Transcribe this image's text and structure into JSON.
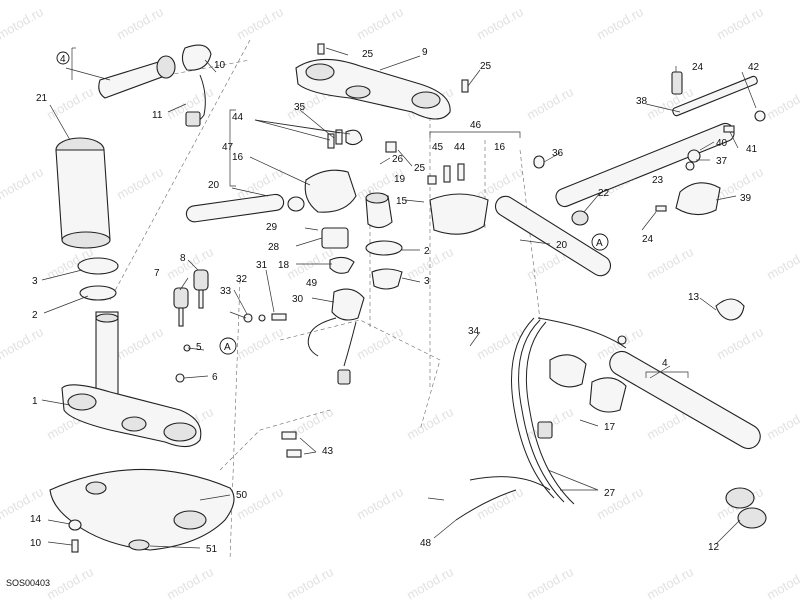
{
  "diagram": {
    "watermark": "motod.ru",
    "drawing_code": "SOS00403",
    "callouts": [
      "1",
      "2",
      "3",
      "4",
      "5",
      "6",
      "7",
      "8",
      "9",
      "10",
      "11",
      "12",
      "13",
      "14",
      "15",
      "16",
      "17",
      "18",
      "19",
      "20",
      "21",
      "22",
      "23",
      "24",
      "25",
      "26",
      "27",
      "28",
      "29",
      "30",
      "31",
      "32",
      "33",
      "34",
      "35",
      "36",
      "37",
      "38",
      "39",
      "40",
      "41",
      "42",
      "43",
      "44",
      "45",
      "46",
      "47",
      "48",
      "49",
      "50",
      "51",
      "A"
    ]
  }
}
